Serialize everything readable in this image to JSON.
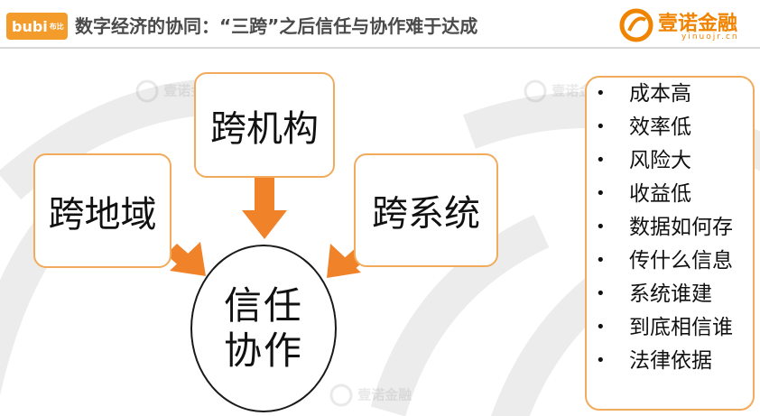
{
  "header": {
    "logo_text": "bubi",
    "logo_subtext": "布比",
    "title": "数字经济的协同：“三跨”之后信任与协作难于达成",
    "brand_name": "壹诺金融",
    "brand_domain": "yinuojr.cn",
    "watermark_text": "壹诺金融"
  },
  "diagram": {
    "node_region": "跨地域",
    "node_org": "跨机构",
    "node_system": "跨系统",
    "center_line1": "信任",
    "center_line2": "协作"
  },
  "problems": {
    "bullet": "•",
    "items": [
      "成本高",
      "效率低",
      "风险大",
      "收益低",
      "数据如何存",
      "传什么信息",
      "系统谁建",
      "到底相信谁",
      "法律依据"
    ]
  },
  "colors": {
    "accent_orange": "#f08300",
    "box_border": "#f2ab5c",
    "arrow": "#f0822a",
    "logo_bg": "#f39c2b"
  }
}
